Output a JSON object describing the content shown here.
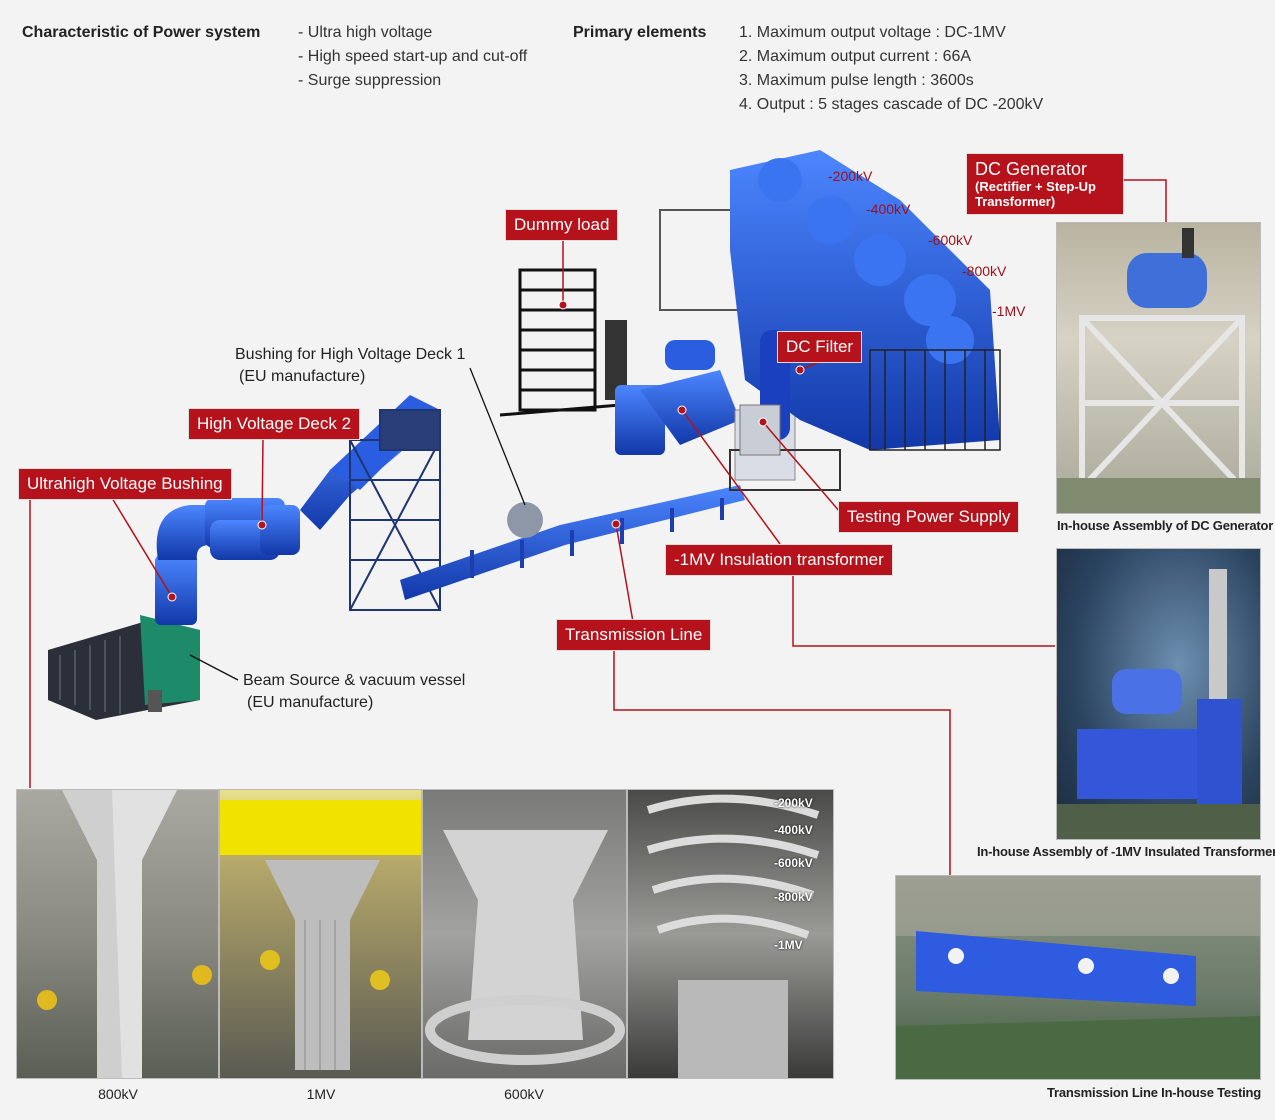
{
  "header": {
    "characteristic_title": "Characteristic of Power system",
    "characteristics": [
      "- Ultra high voltage",
      "- High speed start-up and cut-off",
      "- Surge suppression"
    ],
    "primary_title": "Primary elements",
    "primary": [
      "1. Maximum output voltage : DC-1MV",
      "2. Maximum output current : 66A",
      "3. Maximum pulse length : 3600s",
      "4. Output : 5 stages cascade of DC -200kV"
    ]
  },
  "labels": {
    "dc_generator": "DC Generator",
    "dc_generator_sub": "(Rectifier + Step-Up Transformer)",
    "dummy_load": "Dummy load",
    "dc_filter": "DC Filter",
    "hv_deck2": "High Voltage Deck 2",
    "uhv_bushing": "Ultrahigh Voltage Bushing",
    "testing_ps": "Testing Power Supply",
    "insulation_tr": "-1MV Insulation transformer",
    "transmission_line": "Transmission Line",
    "bushing_deck1_line1": "Bushing for High Voltage Deck 1",
    "bushing_deck1_line2": "(EU manufacture)",
    "beam_source_line1": "Beam Source & vacuum vessel",
    "beam_source_line2": "(EU manufacture)"
  },
  "voltages": [
    "-200kV",
    "-400kV",
    "-600kV",
    "-800kV",
    "-1MV"
  ],
  "captions": {
    "dc_gen_photo": "In-house Assembly of DC Generator",
    "insul_photo": "In-house Assembly of -1MV Insulated Transformer",
    "tl_photo": "Transmission Line In-house Testing"
  },
  "bottom_captions": [
    "800kV",
    "1MV",
    "600kV"
  ],
  "photo_voltages": [
    "-200kV",
    "-400kV",
    "-600kV",
    "-800kV",
    "-1MV"
  ],
  "colors": {
    "accent": "#b5121b",
    "equipment": "#1f4fd8"
  }
}
